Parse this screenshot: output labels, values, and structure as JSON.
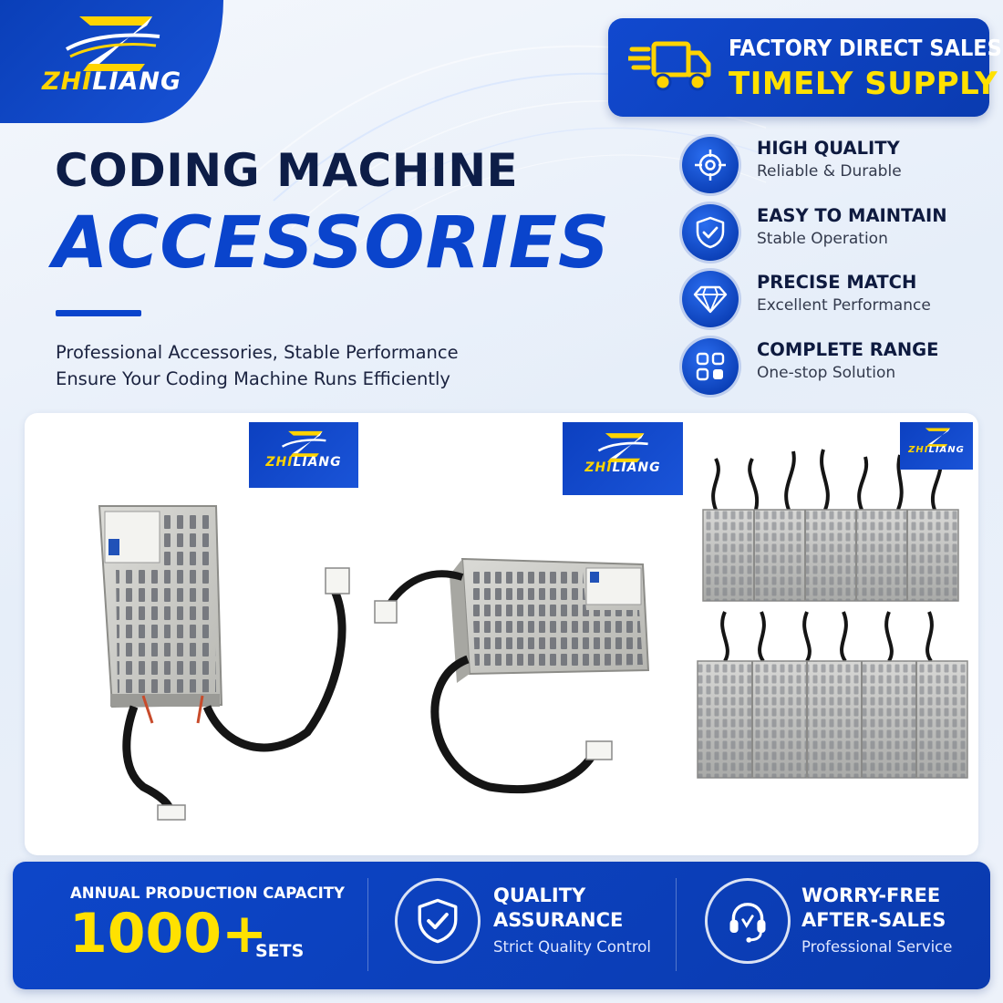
{
  "brand": {
    "name_part1": "ZHI",
    "name_part2": "LIANG"
  },
  "banner": {
    "line1": "FACTORY DIRECT SALES",
    "line2": "TIMELY SUPPLY",
    "icon": "delivery-truck-icon"
  },
  "headline": {
    "line1": "CODING MACHINE",
    "line2": "ACCESSORIES",
    "subtitle1": "Professional Accessories, Stable Performance",
    "subtitle2": "Ensure Your Coding Machine Runs Efficiently"
  },
  "features": [
    {
      "title": "HIGH QUALITY",
      "desc": "Reliable & Durable",
      "icon": "target-icon"
    },
    {
      "title": "EASY TO MAINTAIN",
      "desc": "Stable Operation",
      "icon": "shield-check-icon"
    },
    {
      "title": "PRECISE MATCH",
      "desc": "Excellent Performance",
      "icon": "diamond-icon"
    },
    {
      "title": "COMPLETE RANGE",
      "desc": "One-stop Solution",
      "icon": "grid-icon"
    }
  ],
  "bottom": {
    "capacity_label": "ANNUAL PRODUCTION CAPACITY",
    "capacity_value": "1000+",
    "capacity_unit": "SETS",
    "quality": {
      "line1": "QUALITY",
      "line2": "ASSURANCE",
      "desc": "Strict Quality Control",
      "icon": "shield-check-icon"
    },
    "service": {
      "line1": "WORRY-FREE",
      "line2": "AFTER-SALES",
      "desc": "Professional Service",
      "icon": "headset-icon"
    }
  },
  "colors": {
    "primary": "#0a44cc",
    "accent": "#ffe100",
    "dark_text": "#0d1d47"
  }
}
